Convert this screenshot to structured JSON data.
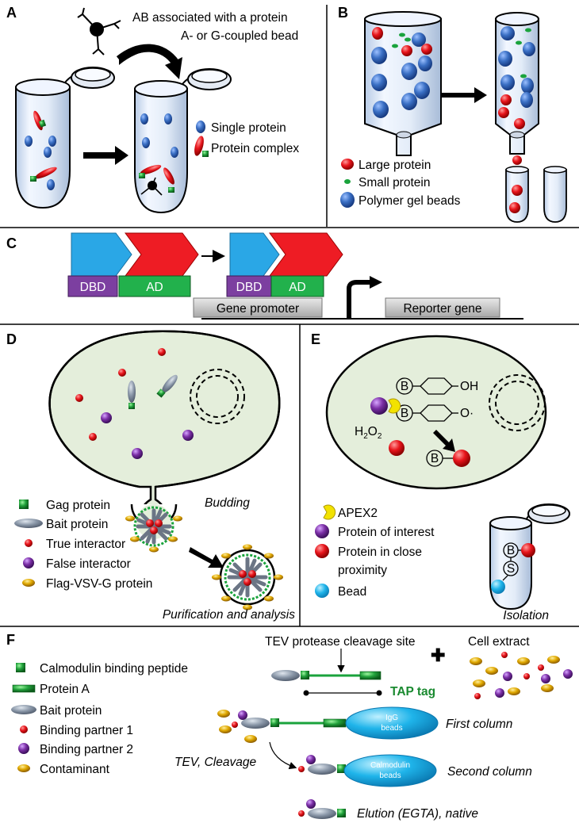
{
  "panels": {
    "A": {
      "letter": "A",
      "caption_line1": "AB associated with a protein",
      "caption_line2": "A- or G-coupled bead",
      "legend": [
        "Single protein",
        "Protein complex"
      ]
    },
    "B": {
      "letter": "B",
      "legend": [
        "Large protein",
        "Small protein",
        "Polymer gel beads"
      ]
    },
    "C": {
      "letter": "C",
      "dbd": "DBD",
      "ad": "AD",
      "gene_promoter": "Gene promoter",
      "reporter_gene": "Reporter gene"
    },
    "D": {
      "letter": "D",
      "budding": "Budding",
      "legend": [
        "Gag protein",
        "Bait protein",
        "True interactor",
        "False interactor",
        "Flag-VSV-G protein"
      ],
      "footer": "Purification and analysis"
    },
    "E": {
      "letter": "E",
      "b": "B",
      "s": "S",
      "oh": "OH",
      "o_radical": "O·",
      "h2o2_h": "H",
      "h2o2_2": "2",
      "h2o2_o": "O",
      "legend": [
        "APEX2",
        "Protein of interest",
        "Protein in close",
        "proximity",
        "Bead"
      ],
      "footer": "Isolation"
    },
    "F": {
      "letter": "F",
      "legend": [
        "Calmodulin binding peptide",
        "Protein A",
        "Bait protein",
        "Binding partner 1",
        "Binding partner 2",
        "Contaminant"
      ],
      "tev_site": "TEV protease cleavage site",
      "plus": "✚",
      "cell_extract": "Cell extract",
      "tap_tag": "TAP tag",
      "igg_1": "IgG",
      "igg_2": "beads",
      "first_column": "First column",
      "tev_cleavage": "TEV, Cleavage",
      "calm_1": "Calmodulin",
      "calm_2": "beads",
      "second_column": "Second column",
      "elution": "Elution (EGTA), native"
    }
  },
  "colors": {
    "tube_fill": "#e8f0fa",
    "cell_fill": "#e4eedb",
    "blue_protein": "#3a6fc4",
    "red_protein": "#e8151c",
    "green": "#1aa33c",
    "purple": "#7b2fa6",
    "gold": "#e0a800",
    "dbd_purple": "#7c3fa0",
    "ad_green": "#22b14c",
    "cyan": "#2aa7e6",
    "red_arrow": "#ee1c24",
    "bead_cyan": "#1fb4ea",
    "grey": "#c8c8c8"
  }
}
